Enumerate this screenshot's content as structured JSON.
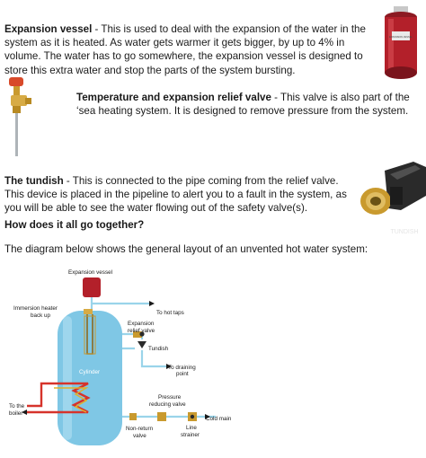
{
  "sections": {
    "expansion_vessel": {
      "term": "Expansion vessel",
      "text": " - This is used to deal with the expansion of the water in the system as it is heated. As water gets warmer it gets bigger, by up to 4% in volume. The water has to go somewhere, the expansion vessel is designed to store this extra water and stop the parts of the system bursting."
    },
    "relief_valve": {
      "term": "Temperature and expansion relief valve",
      "text": " - This valve is also part of the ‘sea heating system. It is designed to remove pressure from the system."
    },
    "tundish": {
      "term": "The tundish",
      "text": " - This is connected to the pipe coming from the relief valve. This device is placed in the pipeline to alert you to a fault in the system, as you will be able to see the water flowing out of the safety valve(s)."
    }
  },
  "heading": "How does it all go together?",
  "intro": "The diagram below shows the general layout of an unvented hot water system:",
  "diagram": {
    "expansion_vessel": "Expansion vessel",
    "immersion_heater": [
      "Immersion heater",
      "back up"
    ],
    "to_hot_taps": "To hot taps",
    "expansion_relief_valve": [
      "Expansion",
      "relief valve"
    ],
    "tundish": "Tundish",
    "to_draining_point": [
      "To draining",
      "point"
    ],
    "cylinder": "Cylinder",
    "to_the_boiler": [
      "To the",
      "boiler"
    ],
    "pressure_reducing_valve": [
      "Pressure",
      "reducing valve"
    ],
    "cold_main": "Cold main",
    "non_return_valve": [
      "Non-return",
      "valve"
    ],
    "line_strainer": [
      "Line",
      "strainer"
    ]
  },
  "photos": {
    "vessel_caption": "EXPANSION VESSEL",
    "tundish_caption": "TUNDISH"
  },
  "colors": {
    "vessel_red": "#b3202a",
    "cylinder_blue": "#7fc7e5",
    "pipe_blue": "#9ad4ea",
    "brass": "#c99a2e",
    "coil_red": "#d6332b",
    "coil_yellow": "#e2b12a"
  }
}
